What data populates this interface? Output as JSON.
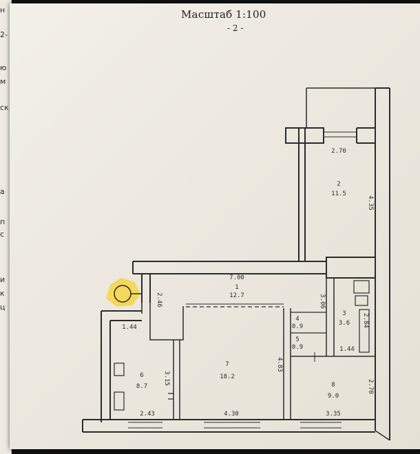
{
  "header": {
    "scale_title": "Масштаб 1:100",
    "page_number": "- 2 -"
  },
  "edge_fragments": [
    "н",
    "2-",
    "ю",
    "м",
    "ск",
    "а",
    "п",
    "с",
    "и",
    "к",
    "ц"
  ],
  "rooms": [
    {
      "id": "room-1",
      "number": "1",
      "area": "12.7"
    },
    {
      "id": "room-2",
      "number": "2",
      "area": "11.5"
    },
    {
      "id": "room-3",
      "number": "3",
      "area": "3.6"
    },
    {
      "id": "room-4",
      "number": "4",
      "area": "0.9"
    },
    {
      "id": "room-5",
      "number": "5",
      "area": "0.9"
    },
    {
      "id": "room-6",
      "number": "6",
      "area": "8.7"
    },
    {
      "id": "room-7",
      "number": "7",
      "area": "18.2"
    },
    {
      "id": "room-8",
      "number": "8",
      "area": "9.0"
    }
  ],
  "dimensions": {
    "top_width": "2.70",
    "room2_side": "4.35",
    "corridor_len": "7.00",
    "corridor_side": "2.46",
    "bath_side": "3.06",
    "bath_width": "1.44",
    "bath_height": "2.84",
    "left_width": "1.44",
    "room6_side": "3.15",
    "room7_side": "4.83",
    "room8_side": "2.70",
    "bottom_left": "2.43",
    "bottom_mid": "4.30",
    "bottom_right": "3.35"
  }
}
